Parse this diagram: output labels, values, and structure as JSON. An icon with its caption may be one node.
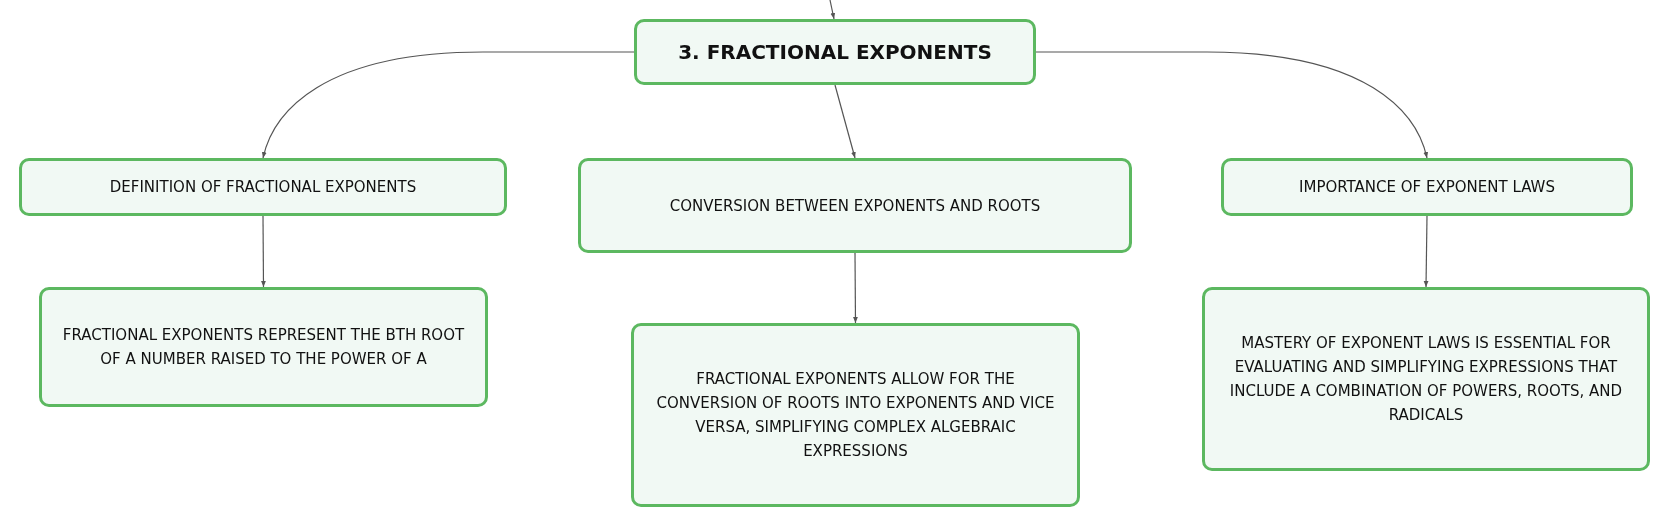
{
  "diagram": {
    "nodes": [
      {
        "text": [
          "3. FRACTIONAL EXPONENTS"
        ]
      },
      {
        "text": [
          "DEFINITION OF FRACTIONAL EXPONENTS"
        ]
      },
      {
        "text": [
          "CONVERSION BETWEEN EXPONENTS AND ROOTS"
        ]
      },
      {
        "text": [
          "IMPORTANCE OF EXPONENT LAWS"
        ]
      },
      {
        "text": [
          "FRACTIONAL EXPONENTS REPRESENT THE BTH ROOT OF A NUMBER RAISED TO THE POWER OF A"
        ]
      },
      {
        "text": [
          "FRACTIONAL EXPONENTS ALLOW FOR THE CONVERSION OF ROOTS INTO EXPONENTS AND VICE VERSA, SIMPLIFYING COMPLEX ALGEBRAIC EXPRESSIONS"
        ]
      },
      {
        "text": [
          "MASTERY OF EXPONENT LAWS IS ESSENTIAL FOR EVALUATING AND SIMPLIFYING EXPRESSIONS THAT INCLUDE A COMBINATION OF POWERS, ROOTS, AND RADICALS"
        ]
      }
    ],
    "edges": [
      {
        "from": null,
        "to": 0,
        "arrow": "to"
      },
      {
        "from": 0,
        "to": 1,
        "arrow": "to"
      },
      {
        "from": 0,
        "to": 2,
        "arrow": "to"
      },
      {
        "from": 0,
        "to": 3,
        "arrow": "to"
      },
      {
        "from": 1,
        "to": 4,
        "arrow": "to"
      },
      {
        "from": 2,
        "to": 5,
        "arrow": "to"
      },
      {
        "from": 3,
        "to": 6,
        "arrow": "to"
      }
    ]
  }
}
